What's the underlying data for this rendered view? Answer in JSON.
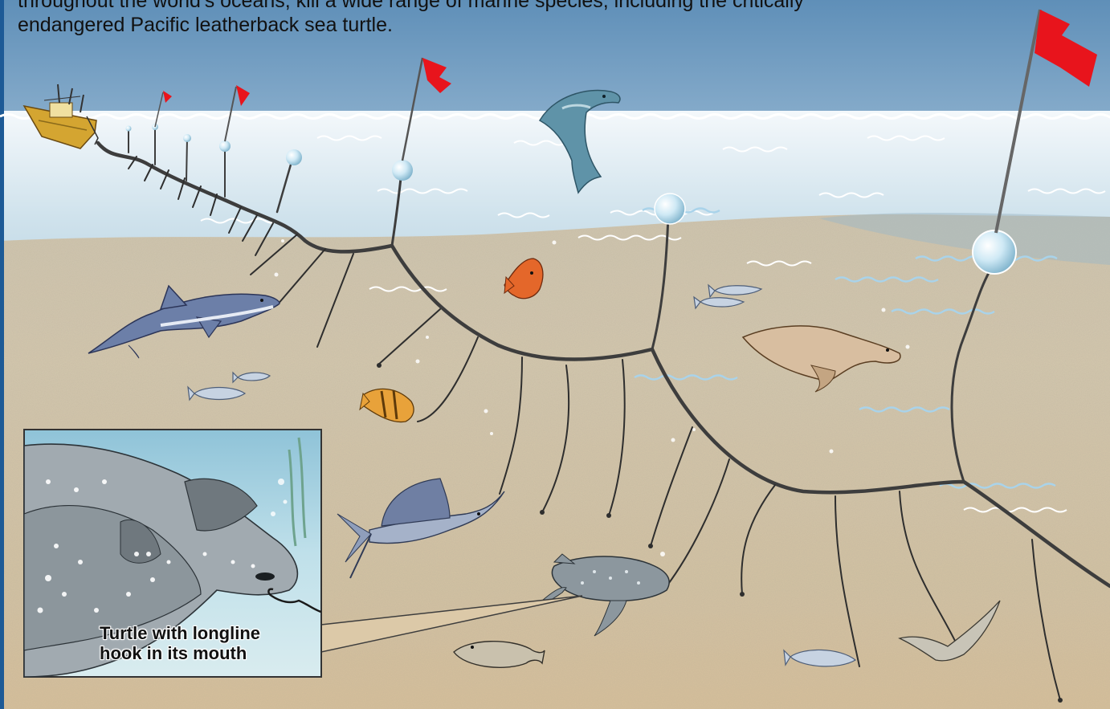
{
  "caption": {
    "line1": "throughout the world's oceans, kill a wide range of marine species, including the critically",
    "line2": "endangered Pacific leatherback sea turtle."
  },
  "inset": {
    "label_line1": "Turtle with longline",
    "label_line2": "hook in its mouth"
  },
  "colors": {
    "flag": "#e8141c",
    "line": "#3d3d3d",
    "sand": "#d9c2a0",
    "water_surface": "#e8f1f6",
    "water_deep": "#8fbcd4",
    "inset_water": "#b9dbe8",
    "turtle": "#9aa3a8"
  },
  "illustration": {
    "animals": [
      "fishing-boat",
      "dolphin",
      "shark",
      "sailfish",
      "sea-lion",
      "leatherback-turtle",
      "fish",
      "seabird",
      "flounder"
    ]
  }
}
